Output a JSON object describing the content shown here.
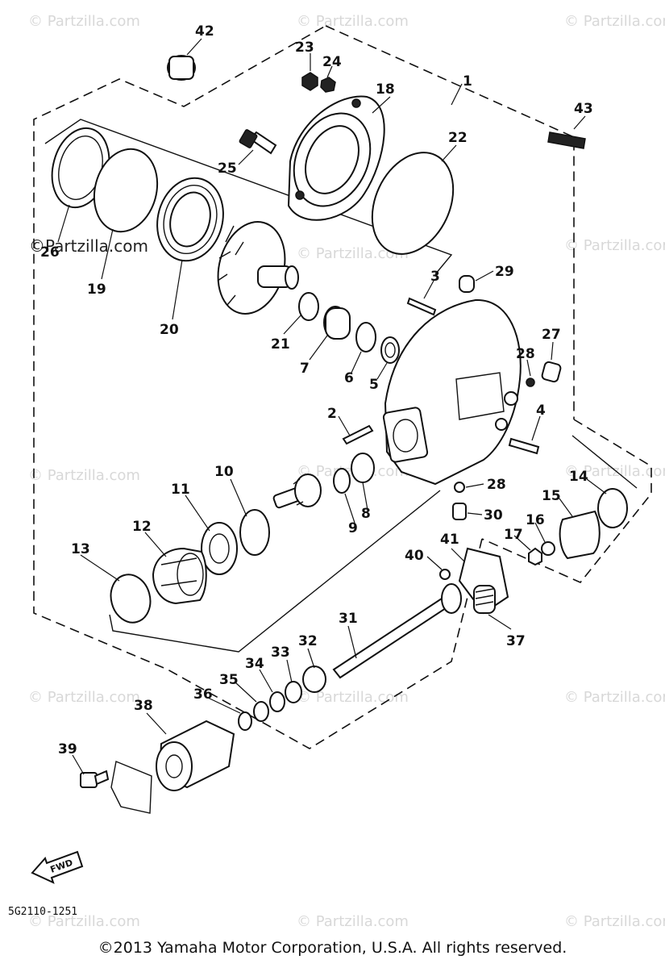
{
  "diagram_code": "5G2110-1251",
  "watermark": "© Partzilla.com",
  "watermark_dark": "©Partzilla.com",
  "fwd_label": "FWD",
  "copyright": "©2013  Yamaha Motor Corporation, U.S.A. All rights reserved.",
  "part_labels": [
    "1",
    "2",
    "3",
    "4",
    "5",
    "6",
    "7",
    "8",
    "9",
    "10",
    "11",
    "12",
    "13",
    "14",
    "15",
    "16",
    "17",
    "18",
    "19",
    "20",
    "21",
    "22",
    "23",
    "24",
    "25",
    "26",
    "27",
    "28",
    "28",
    "29",
    "30",
    "31",
    "32",
    "33",
    "34",
    "35",
    "36",
    "37",
    "38",
    "39",
    "40",
    "41",
    "42",
    "43"
  ]
}
